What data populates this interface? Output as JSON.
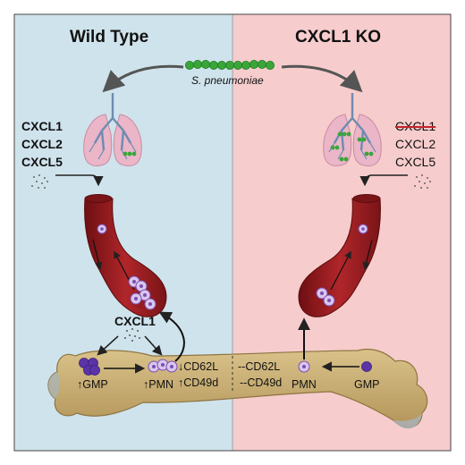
{
  "panels": {
    "left": {
      "title": "Wild Type",
      "bg": "#cfe3ec"
    },
    "right": {
      "title": "CXCL1 KO",
      "bg": "#f6cccc"
    }
  },
  "bacteria_label": "S. pneumoniae",
  "left_chemokines": [
    "CXCL1",
    "CXCL2",
    "CXCL5"
  ],
  "right_chemokines": [
    "CXCL1",
    "CXCL2",
    "CXCL5"
  ],
  "marrow_chemokine": "CXCL1",
  "left_marrow": {
    "gmp": "↑GMP",
    "pmn": "↑PMN",
    "cd62l": "↓CD62L",
    "cd49d": "↑CD49d"
  },
  "right_marrow": {
    "cd62l": "--CD62L",
    "cd49d": "--CD49d",
    "pmn": "PMN",
    "gmp": "GMP"
  },
  "colors": {
    "bacteria": "#3aa63a",
    "vessel": "#9e1b1e",
    "bone": "#c8ad72",
    "cell": "#b9a4dc",
    "gmp": "#5b34a6",
    "lung": "#eab6c8"
  }
}
